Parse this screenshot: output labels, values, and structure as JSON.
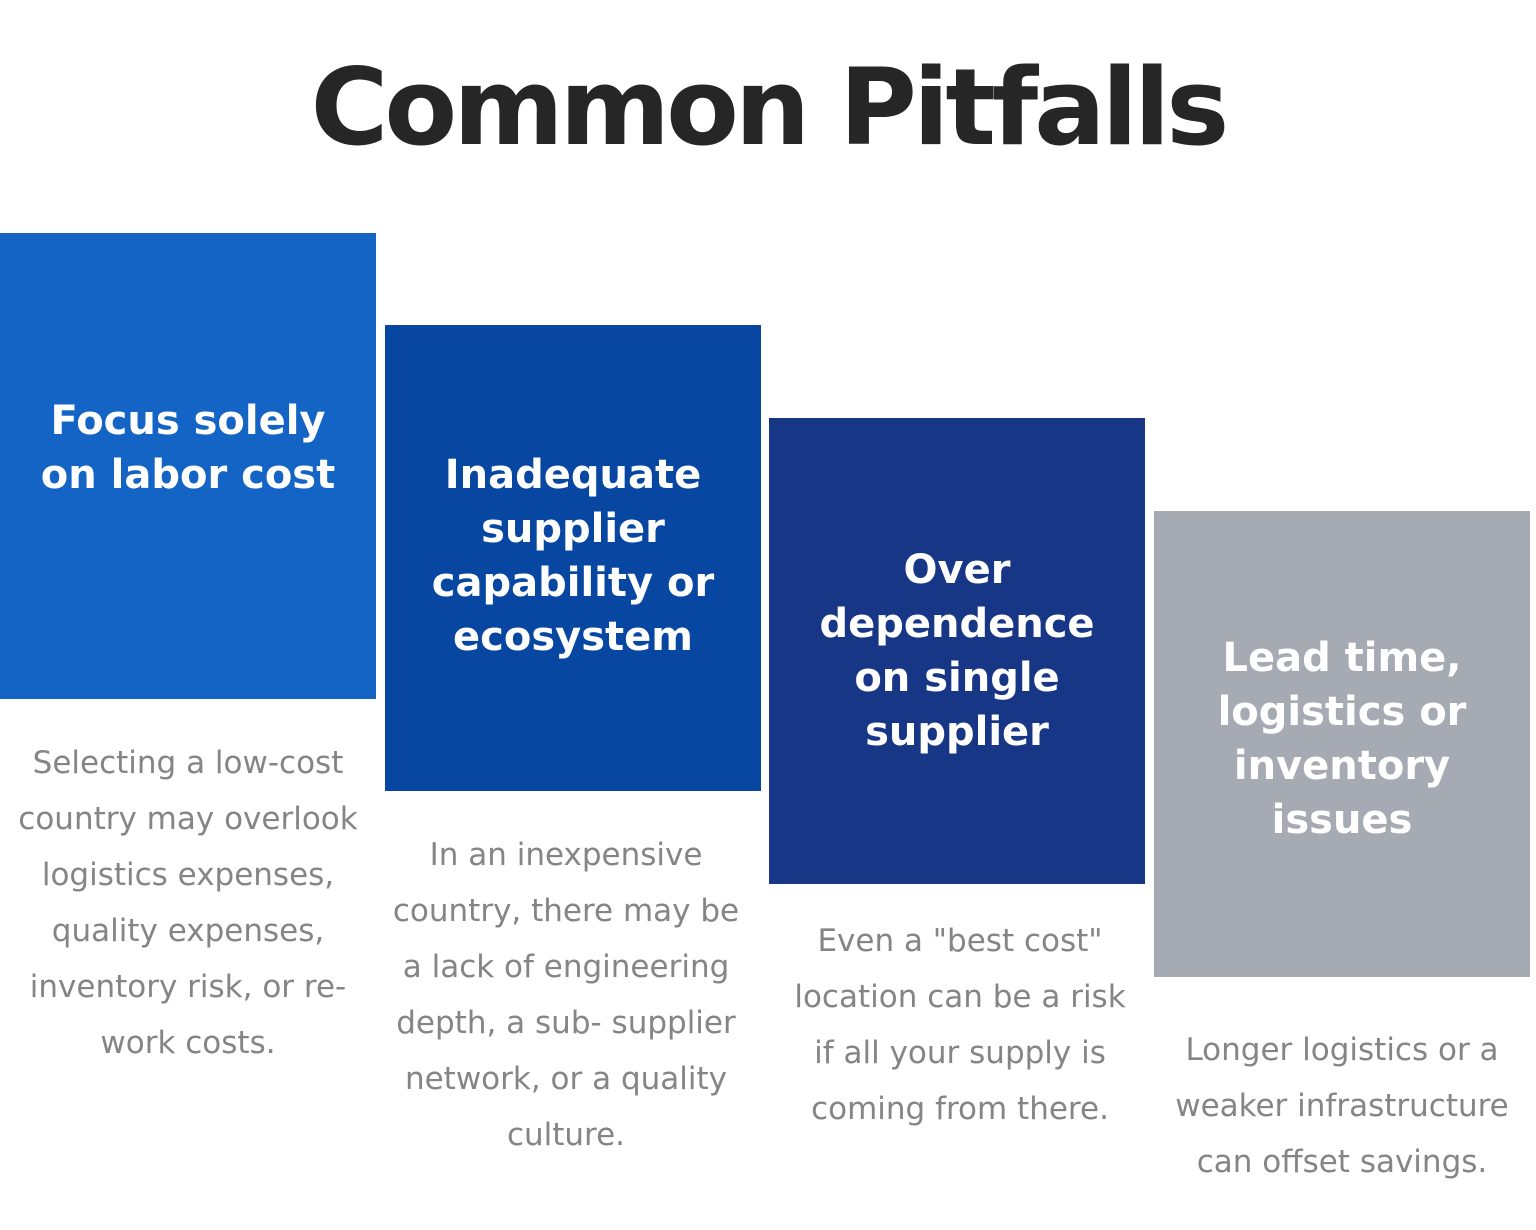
{
  "title": "Common Pitfalls",
  "pitfalls": [
    {
      "heading": "Focus solely on labor cost",
      "description": "Selecting a low-cost country may overlook logistics expenses, quality expenses, inventory risk, or re-work costs.",
      "color": "#1464C6"
    },
    {
      "heading": "Inadequate supplier capability or ecosystem",
      "description": "In an inexpensive country, there may be a lack of engineering depth, a sub- supplier network, or a quality culture.",
      "color": "#0747A1"
    },
    {
      "heading": "Over dependence on single supplier",
      "description": "Even a \"best cost\" location can be a risk if all your supply is coming from there.",
      "color": "#173686"
    },
    {
      "heading": "Lead time, logistics or inventory issues",
      "description": "Longer logistics or a weaker infrastructure can offset savings.",
      "color": "#A6ABB3"
    }
  ]
}
